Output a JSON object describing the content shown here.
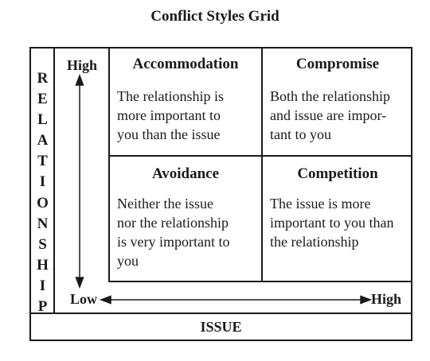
{
  "title": "Conflict Styles Grid",
  "vertical_axis": {
    "letters": [
      "R",
      "E",
      "L",
      "A",
      "T",
      "I",
      "O",
      "N",
      "S",
      "H",
      "I",
      "P"
    ],
    "high_label": "High",
    "low_label": "Low"
  },
  "horizontal_axis": {
    "label": "ISSUE",
    "high_label": "High"
  },
  "quadrants": [
    {
      "title": "Accommodation",
      "text": [
        "The relationship is",
        "more important to",
        "you than the issue"
      ]
    },
    {
      "title": "Compromise",
      "text": [
        "Both the relationship",
        "and issue are impor-",
        "tant to you"
      ]
    },
    {
      "title": "Avoidance",
      "text": [
        "Neither the issue",
        "nor the relationship",
        "is very important to",
        "you"
      ]
    },
    {
      "title": "Competition",
      "text": [
        "The issue is more",
        "important to you than",
        "the relationship"
      ]
    }
  ]
}
